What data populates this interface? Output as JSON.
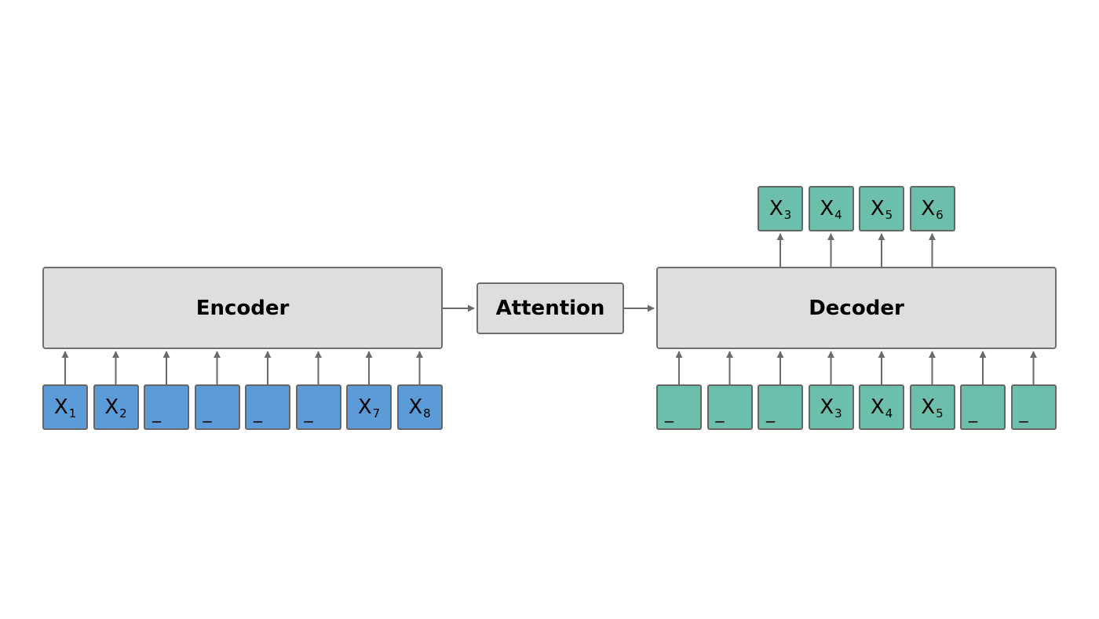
{
  "encoder": {
    "label": "Encoder"
  },
  "attention": {
    "label": "Attention"
  },
  "decoder": {
    "label": "Decoder"
  },
  "mask_glyph": "_",
  "encoder_inputs": [
    {
      "base": "X",
      "sub": "1",
      "masked": false
    },
    {
      "base": "X",
      "sub": "2",
      "masked": false
    },
    {
      "base": "",
      "sub": "",
      "masked": true
    },
    {
      "base": "",
      "sub": "",
      "masked": true
    },
    {
      "base": "",
      "sub": "",
      "masked": true
    },
    {
      "base": "",
      "sub": "",
      "masked": true
    },
    {
      "base": "X",
      "sub": "7",
      "masked": false
    },
    {
      "base": "X",
      "sub": "8",
      "masked": false
    }
  ],
  "decoder_inputs": [
    {
      "base": "",
      "sub": "",
      "masked": true
    },
    {
      "base": "",
      "sub": "",
      "masked": true
    },
    {
      "base": "",
      "sub": "",
      "masked": true
    },
    {
      "base": "X",
      "sub": "3",
      "masked": false
    },
    {
      "base": "X",
      "sub": "4",
      "masked": false
    },
    {
      "base": "X",
      "sub": "5",
      "masked": false
    },
    {
      "base": "",
      "sub": "",
      "masked": true
    },
    {
      "base": "",
      "sub": "",
      "masked": true
    }
  ],
  "decoder_outputs": [
    {
      "base": "X",
      "sub": "3"
    },
    {
      "base": "X",
      "sub": "4"
    },
    {
      "base": "X",
      "sub": "5"
    },
    {
      "base": "X",
      "sub": "6"
    }
  ],
  "colors": {
    "encoder_token": "#5b9bd8",
    "decoder_token": "#6cc0ab",
    "block_fill": "#dedede",
    "arrow": "#6b6b6b"
  }
}
